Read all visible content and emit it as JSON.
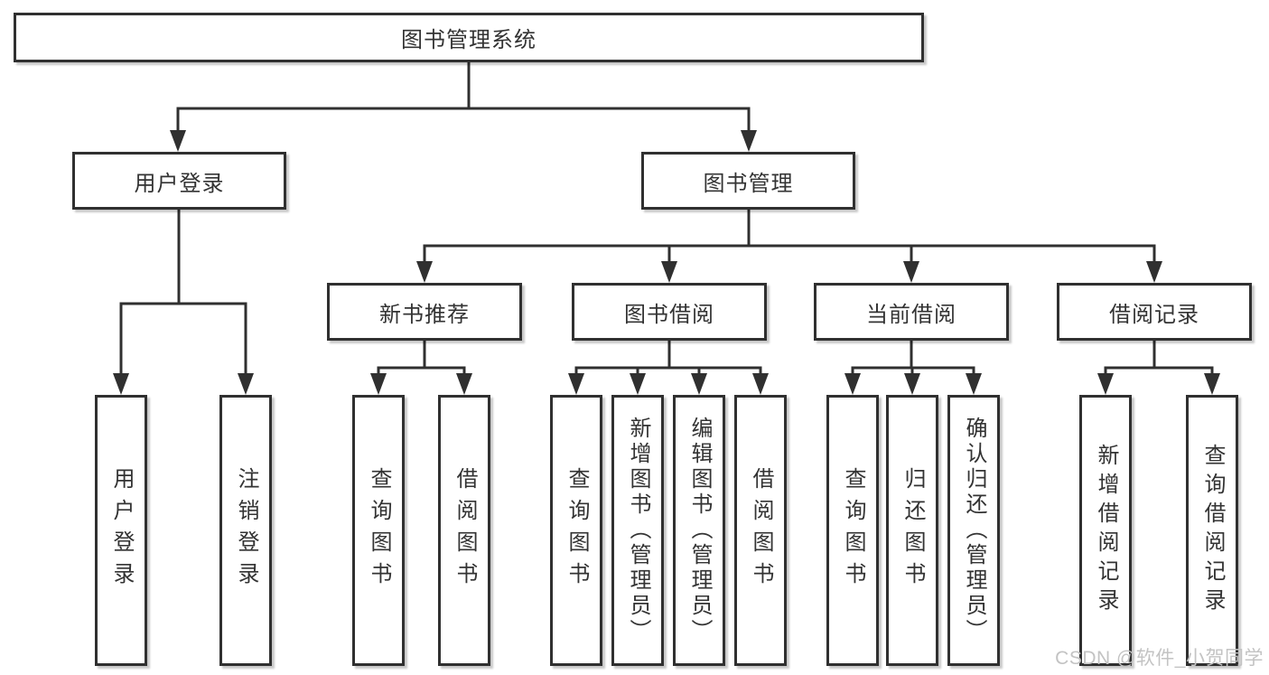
{
  "diagram": {
    "root": {
      "label": "图书管理系统",
      "children": [
        {
          "label": "用户登录",
          "children": [
            {
              "label": "用户登录"
            },
            {
              "label": "注销登录"
            }
          ]
        },
        {
          "label": "图书管理",
          "children": [
            {
              "label": "新书推荐",
              "children": [
                {
                  "label": "查询图书"
                },
                {
                  "label": "借阅图书"
                }
              ]
            },
            {
              "label": "图书借阅",
              "children": [
                {
                  "label": "查询图书"
                },
                {
                  "label": "新增图书（管理员）"
                },
                {
                  "label": "编辑图书（管理员）"
                },
                {
                  "label": "借阅图书"
                }
              ]
            },
            {
              "label": "当前借阅",
              "children": [
                {
                  "label": "查询图书"
                },
                {
                  "label": "归还图书"
                },
                {
                  "label": "确认归还（管理员）"
                }
              ]
            },
            {
              "label": "借阅记录",
              "children": [
                {
                  "label": "新增借阅记录"
                },
                {
                  "label": "查询借阅记录"
                }
              ]
            }
          ]
        }
      ]
    }
  },
  "watermark": {
    "text": "CSDN @软件_小贺同学"
  },
  "colors": {
    "line": "#303030",
    "box_border": "#303030",
    "box_fill": "#ffffff",
    "text": "#333333",
    "watermark": "#c3c3c3",
    "background": "#ffffff"
  }
}
